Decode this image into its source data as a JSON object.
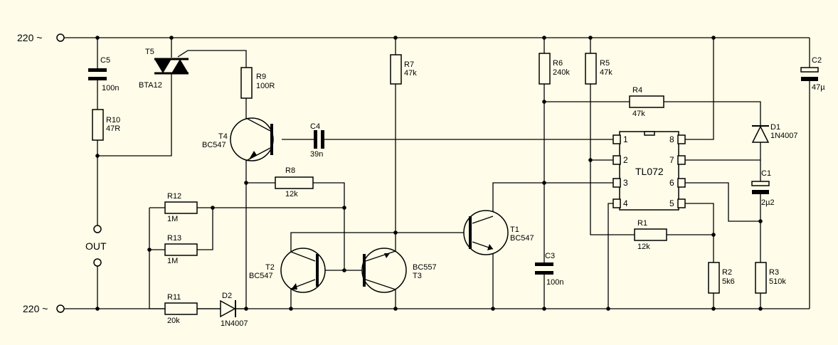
{
  "terminals": {
    "top": "220 ~",
    "bottom": "220 ~",
    "out": "OUT"
  },
  "components": {
    "C5": {
      "ref": "C5",
      "value": "100n"
    },
    "R10": {
      "ref": "R10",
      "value": "47R"
    },
    "T5": {
      "ref": "T5",
      "value": "BTA12"
    },
    "R9": {
      "ref": "R9",
      "value": "100R"
    },
    "T4": {
      "ref": "T4",
      "value": "BC547"
    },
    "C4": {
      "ref": "C4",
      "value": "39n"
    },
    "R7": {
      "ref": "R7",
      "value": "47k"
    },
    "R6": {
      "ref": "R6",
      "value": "240k"
    },
    "R5": {
      "ref": "R5",
      "value": "47k"
    },
    "R4": {
      "ref": "R4",
      "value": "47k"
    },
    "C2": {
      "ref": "C2",
      "value": "47µ"
    },
    "D1": {
      "ref": "D1",
      "value": "1N4007"
    },
    "C1": {
      "ref": "C1",
      "value": "2µ2"
    },
    "R8": {
      "ref": "R8",
      "value": "12k"
    },
    "R12": {
      "ref": "R12",
      "value": "1M"
    },
    "R13": {
      "ref": "R13",
      "value": "1M"
    },
    "R11": {
      "ref": "R11",
      "value": "20k"
    },
    "D2": {
      "ref": "D2",
      "value": "1N4007"
    },
    "T2": {
      "ref": "T2",
      "value": "BC547"
    },
    "T3": {
      "ref": "T3",
      "value": "BC557"
    },
    "T1": {
      "ref": "T1",
      "value": "BC547"
    },
    "C3": {
      "ref": "C3",
      "value": "100n"
    },
    "R1": {
      "ref": "R1",
      "value": "12k"
    },
    "R2": {
      "ref": "R2",
      "value": "5k6"
    },
    "R3": {
      "ref": "R3",
      "value": "510k"
    }
  },
  "ic": {
    "name": "TL072",
    "pins": [
      "1",
      "2",
      "3",
      "4",
      "5",
      "6",
      "7",
      "8"
    ]
  }
}
